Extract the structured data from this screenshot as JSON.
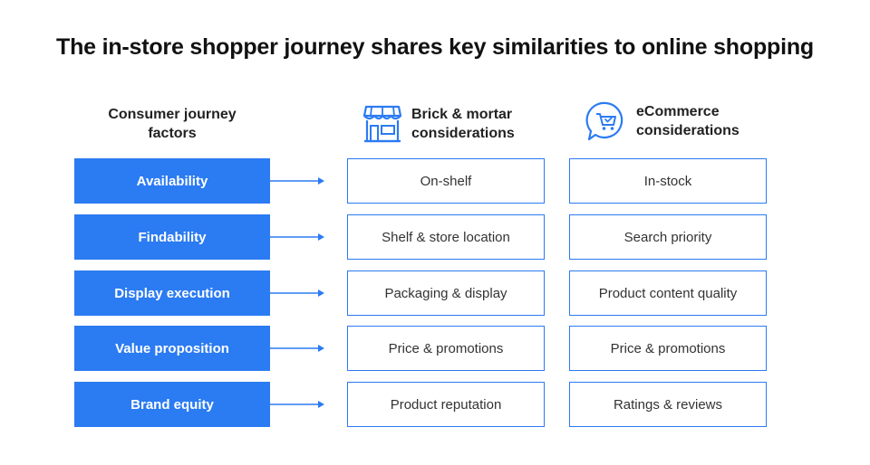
{
  "title": "The in-store shopper journey shares key similarities to online shopping",
  "headers": {
    "factors": [
      "Consumer journey",
      "factors"
    ],
    "brick": [
      "Brick & mortar",
      "considerations"
    ],
    "ecommerce": [
      "eCommerce",
      "considerations"
    ]
  },
  "icons": {
    "brick": "storefront-icon",
    "ecommerce": "shopping-cart-chat-icon"
  },
  "colors": {
    "accent": "#2b7bf2",
    "box_text": "#333333",
    "factor_text": "#ffffff"
  },
  "rows": [
    {
      "factor": "Availability",
      "brick": "On-shelf",
      "ecommerce": "In-stock"
    },
    {
      "factor": "Findability",
      "brick": "Shelf & store location",
      "ecommerce": "Search priority"
    },
    {
      "factor": "Display execution",
      "brick": "Packaging & display",
      "ecommerce": "Product content quality"
    },
    {
      "factor": "Value proposition",
      "brick": "Price & promotions",
      "ecommerce": "Price & promotions"
    },
    {
      "factor": "Brand equity",
      "brick": "Product reputation",
      "ecommerce": "Ratings & reviews"
    }
  ]
}
